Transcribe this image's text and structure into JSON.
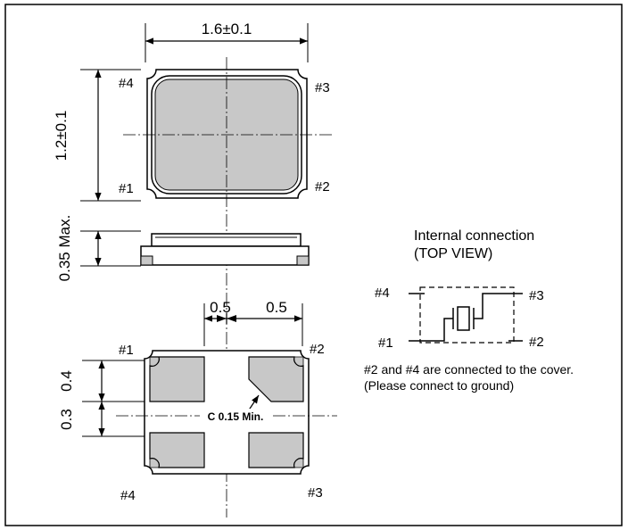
{
  "top_view": {
    "width_dim": "1.6±0.1",
    "height_dim": "1.2±0.1",
    "pins": {
      "p1": "#1",
      "p2": "#2",
      "p3": "#3",
      "p4": "#4"
    }
  },
  "side_view": {
    "height_dim": "0.35 Max."
  },
  "pad_view": {
    "pitch_left": "0.5",
    "pitch_right": "0.5",
    "dim_upper": "0.4",
    "dim_lower": "0.3",
    "chamfer_note": "C 0.15 Min.",
    "pins": {
      "p1": "#1",
      "p2": "#2",
      "p3": "#3",
      "p4": "#4"
    }
  },
  "internal_connection": {
    "title": "Internal connection",
    "subtitle": "(TOP VIEW)",
    "pins": {
      "p1": "#1",
      "p2": "#2",
      "p3": "#3",
      "p4": "#4"
    },
    "note_line1": "#2 and #4 are connected to the cover.",
    "note_line2": "(Please connect to ground)"
  }
}
